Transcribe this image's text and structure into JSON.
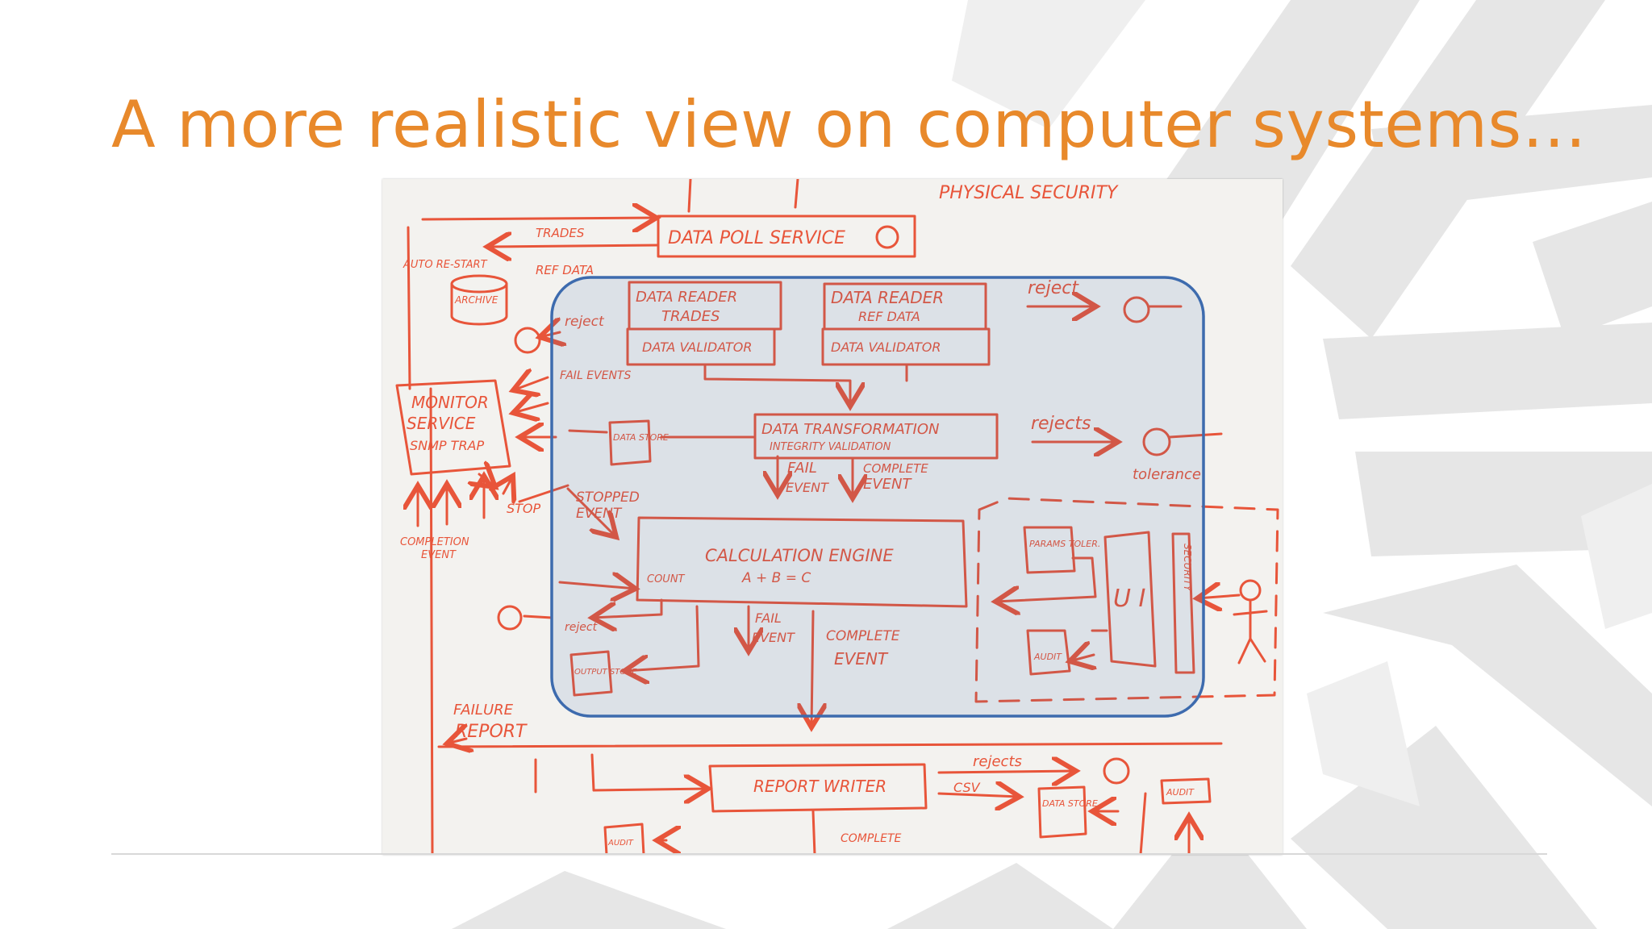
{
  "slide": {
    "title": "A more realistic view on computer systems…",
    "title_color": "#E8892B",
    "ink_color": "#E8553A",
    "highlight_color": "#3D6BAE"
  },
  "diagram": {
    "header_note": "PHYSICAL SECURITY",
    "data_poll_service": "DATA POLL SERVICE",
    "trades_label": "TRADES",
    "ref_data_label": "REF DATA",
    "auto_restart": "AUTO RE-START",
    "archive": "ARCHIVE",
    "reject_1": "reject",
    "data_reader_trades_line1": "DATA READER",
    "data_reader_trades_line2": "TRADES",
    "data_validator_1": "DATA VALIDATOR",
    "data_reader_ref_line1": "DATA READER",
    "data_reader_ref_line2": "REF DATA",
    "data_validator_2": "DATA VALIDATOR",
    "reject_2": "reject",
    "monitor_line1": "MONITOR",
    "monitor_line2": "SERVICE",
    "monitor_line3": "SNMP TRAP",
    "fail_event_1": "FAIL EVENTS",
    "data_store_1": "DATA STORE",
    "transformation_line1": "DATA TRANSFORMATION",
    "transformation_line2": "INTEGRITY VALIDATION",
    "rejects_1": "rejects",
    "tolerance": "tolerance",
    "fail_event_2_line1": "FAIL",
    "fail_event_2_line2": "EVENT",
    "complete_event_1_line1": "COMPLETE",
    "complete_event_1_line2": "EVENT",
    "stop": "STOP",
    "stopped_event_line1": "STOPPED",
    "stopped_event_line2": "EVENT",
    "completion_event_line1": "COMPLETION",
    "completion_event_line2": "EVENT",
    "calc_engine": "CALCULATION ENGINE",
    "calc_formula": "A + B = C",
    "count": "COUNT",
    "params": "PARAMS TOLER.",
    "ui": "U I",
    "security": "SECURITY",
    "reject_3": "reject",
    "output_store": "OUTPUT STORE",
    "fail_event_3_line1": "FAIL",
    "fail_event_3_line2": "EVENT",
    "complete_event_2_line1": "COMPLETE",
    "complete_event_2_line2": "EVENT",
    "audit_1": "AUDIT",
    "failure_report_line1": "FAILURE",
    "failure_report_line2": "REPORT",
    "report_writer": "REPORT WRITER",
    "rejects_2": "rejects",
    "csv": "CSV",
    "data_store_2": "DATA STORE",
    "audit_2": "AUDIT",
    "audit_3": "AUDIT",
    "complete_bottom": "COMPLETE"
  }
}
